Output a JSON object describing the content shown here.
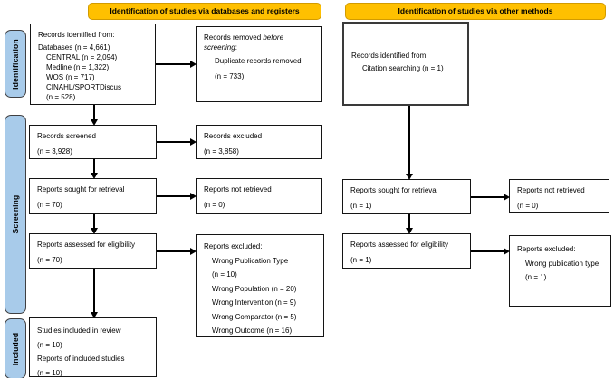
{
  "palette": {
    "header_bg": "#FFC000",
    "header_border": "#D29B00",
    "stage_bg": "#A8CBEA",
    "stage_border": "#3F3F41",
    "box_border": "#141414",
    "arrow": "#000000"
  },
  "headers": {
    "databases": "Identification of studies via databases and registers",
    "other": "Identification of studies via other methods"
  },
  "stages": {
    "identification": "Identification",
    "screening": "Screening",
    "included": "Included"
  },
  "boxes": {
    "records_identified_db": {
      "lines": [
        "Records identified from:",
        "Databases (n = 4,661)",
        "CENTRAL (n = 2,094)",
        "Medline (n = 1,322)",
        "WOS (n = 717)",
        "CINAHL/SPORTDiscus",
        "(n = 528)"
      ]
    },
    "records_removed": {
      "prefix": "Records removed ",
      "italic": "before screening",
      "suffix": ":",
      "lines": [
        "Duplicate records removed",
        "(n = 733)"
      ]
    },
    "records_identified_other": {
      "lines": [
        "Records identified from:",
        "Citation searching (n = 1)"
      ]
    },
    "records_screened": {
      "lines": [
        "Records screened",
        "(n = 3,928)"
      ]
    },
    "records_excluded": {
      "lines": [
        "Records excluded",
        "(n = 3,858)"
      ]
    },
    "reports_sought_db": {
      "lines": [
        "Reports sought for retrieval",
        "(n = 70)"
      ]
    },
    "reports_not_retrieved_db": {
      "lines": [
        "Reports not retrieved",
        "(n = 0)"
      ]
    },
    "reports_sought_other": {
      "lines": [
        "Reports sought for retrieval",
        "(n = 1)"
      ]
    },
    "reports_not_retrieved_other": {
      "lines": [
        "Reports not retrieved",
        "(n = 0)"
      ]
    },
    "reports_assessed_db": {
      "lines": [
        "Reports assessed for eligibility",
        "(n = 70)"
      ]
    },
    "reports_excluded_db": {
      "lines": [
        "Reports excluded:",
        "Wrong Publication Type",
        "(n = 10)",
        "Wrong Population (n = 20)",
        "Wrong Intervention (n = 9)",
        "Wrong Comparator (n = 5)",
        "Wrong Outcome (n = 16)"
      ]
    },
    "reports_assessed_other": {
      "lines": [
        "Reports assessed for eligibility",
        "(n = 1)"
      ]
    },
    "reports_excluded_other": {
      "lines": [
        "Reports excluded:",
        "Wrong publication type",
        "(n = 1)"
      ]
    },
    "studies_included": {
      "lines": [
        "Studies included in review",
        "(n = 10)",
        "Reports of included studies",
        "(n = 10)"
      ]
    }
  }
}
